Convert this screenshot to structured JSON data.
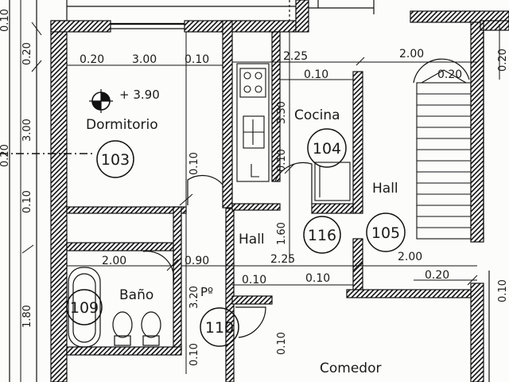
{
  "elevation": "+ 3.90",
  "rooms": {
    "dormitorio": "Dormitorio",
    "cocina": "Cocina",
    "hall_right": "Hall",
    "hall_center": "Hall",
    "bano": "Baño",
    "pasillo": "Pº",
    "comedor": "Comedor"
  },
  "room_numbers": {
    "r103": "103",
    "r104": "104",
    "r105": "105",
    "r116": "116",
    "r109": "109",
    "r110": "110"
  },
  "dimensions_horizontal": {
    "d1": "0.20",
    "d2": "3.00",
    "d3": "0.10",
    "d4": "2.25",
    "d5": "2.00",
    "d6": "0.10",
    "d7": "0.20",
    "d8": "2.00",
    "d9": "0.90",
    "d10": "2.25",
    "d11": "2.00",
    "d12": "0.10",
    "d13": "0.10",
    "d14": "0.20"
  },
  "dimensions_vertical": {
    "v1": "0.20",
    "v2": "3.00",
    "v3": "0.10",
    "v4": "1.80",
    "v5": "0.10",
    "v6": "3.30",
    "v7": "0.10",
    "v8": "1.60",
    "v9": "3.20",
    "v10": "0.10",
    "v11": "0.10",
    "v12": "0.20",
    "v13": "0.10",
    "v14": "0.10",
    "v15": "0.20"
  }
}
